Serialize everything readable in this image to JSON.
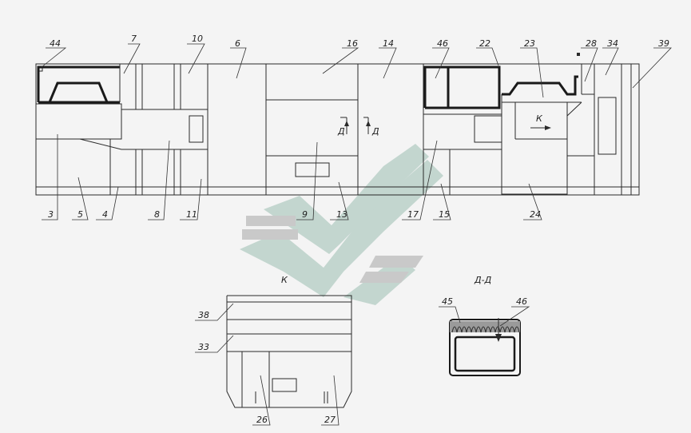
{
  "colors": {
    "line": "#2a2a2a",
    "background": "#f4f4f4",
    "watermark_green": "#c3d6cf",
    "watermark_gray": "#c9c9c9"
  },
  "logo": {
    "name": "watermark-logo-icon"
  },
  "labels": {
    "l44": "44",
    "l7": "7",
    "l10": "10",
    "l6": "6",
    "l16": "16",
    "l14": "14",
    "l46": "46",
    "l22": "22",
    "l23": "23",
    "l28": "28",
    "l34": "34",
    "l39": "39",
    "l3": "3",
    "l5": "5",
    "l4": "4",
    "l8": "8",
    "l11": "11",
    "l9": "9",
    "l13": "13",
    "l17": "17",
    "l15": "15",
    "l24": "24",
    "arrowK": "К",
    "cutD1": "Д",
    "cutD2": "Д"
  },
  "viewK": {
    "title": "К",
    "l38": "38",
    "l33": "33",
    "l26": "26",
    "l27": "27"
  },
  "sectionD": {
    "title": "Д-Д",
    "l45": "45",
    "l46": "46"
  }
}
